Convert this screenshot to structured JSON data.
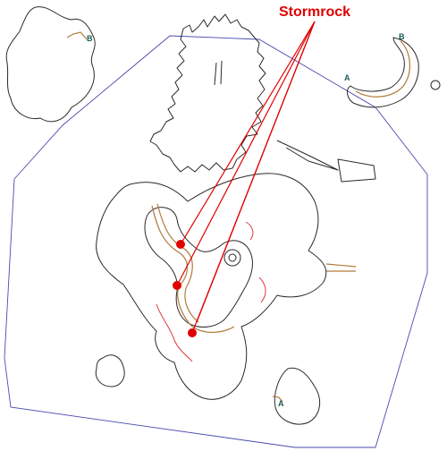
{
  "map": {
    "title": "Stormrock",
    "markers": {
      "b_upper_left": "B",
      "b_upper_right": "B",
      "a_upper_right": "A",
      "a_lower": "A"
    },
    "colors": {
      "pointer": "#e00000",
      "outline": "#2a2a2a",
      "boundary": "#4a4ab0",
      "road": "#b07a3a"
    }
  }
}
